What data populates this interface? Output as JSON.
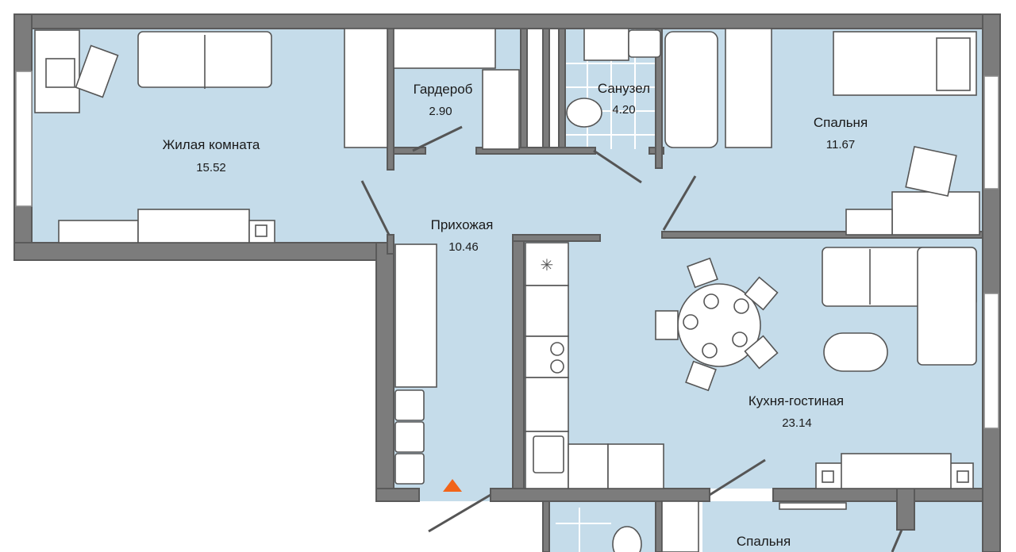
{
  "plan": {
    "colors": {
      "floor": "#c5dcea",
      "wall": "#7c7c7c",
      "entrance_marker": "#f26419"
    },
    "rooms": [
      {
        "id": "living",
        "name": "Жилая комната",
        "area": "15.52"
      },
      {
        "id": "wardrobe",
        "name": "Гардероб",
        "area": "2.90"
      },
      {
        "id": "bathroom",
        "name": "Санузел",
        "area": "4.20"
      },
      {
        "id": "bedroom1",
        "name": "Спальня",
        "area": "11.67"
      },
      {
        "id": "hall",
        "name": "Прихожая",
        "area": "10.46"
      },
      {
        "id": "kitchen",
        "name": "Кухня-гостиная",
        "area": "23.14"
      },
      {
        "id": "bedroom2",
        "name": "Спальня",
        "area": ""
      }
    ],
    "entrance_marker_icon": "entrance-triangle-icon"
  }
}
